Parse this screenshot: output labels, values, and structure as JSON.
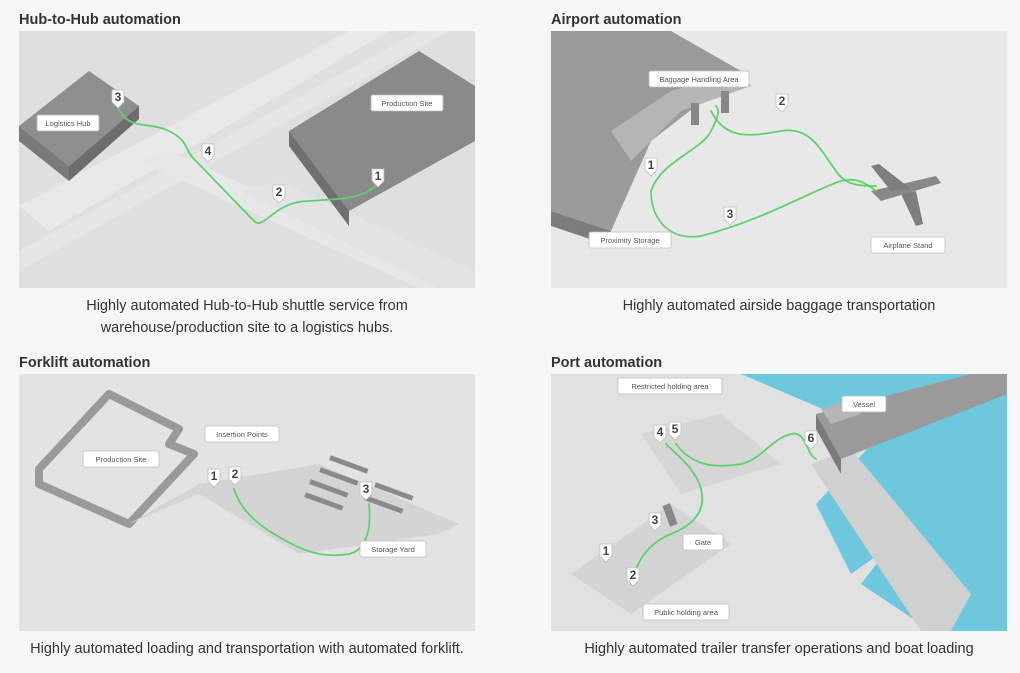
{
  "cards": [
    {
      "title": "Hub-to-Hub automation",
      "caption_lines": [
        "Highly automated Hub-to-Hub shuttle service from",
        "warehouse/production site to a logistics hubs."
      ],
      "labels": [
        "Logistics Hub",
        "Production Site"
      ],
      "markers": [
        "1",
        "2",
        "3",
        "4"
      ]
    },
    {
      "title": "Airport automation",
      "caption_lines": [
        "Highly automated airside baggage transportation"
      ],
      "labels": [
        "Baggage Handling Area",
        "Proximity Storage",
        "Airplane Stand"
      ],
      "markers": [
        "1",
        "2",
        "3"
      ]
    },
    {
      "title": "Forklift automation",
      "caption_lines": [
        "Highly automated loading and transportation with automated forklift."
      ],
      "labels": [
        "Production Site",
        "Insertion Points",
        "Storage Yard"
      ],
      "markers": [
        "1",
        "2",
        "3"
      ]
    },
    {
      "title": "Port automation",
      "caption_lines": [
        "Highly automated trailer transfer operations and boat loading"
      ],
      "labels": [
        "Restricted holding area",
        "Vessel",
        "Gate",
        "Public holding area"
      ],
      "markers": [
        "1",
        "2",
        "3",
        "4",
        "5",
        "6"
      ]
    }
  ],
  "colors": {
    "route": "#5cd36a",
    "water": "#6ec8dd",
    "ground": "#dedede",
    "building": "#8a8a8a"
  }
}
